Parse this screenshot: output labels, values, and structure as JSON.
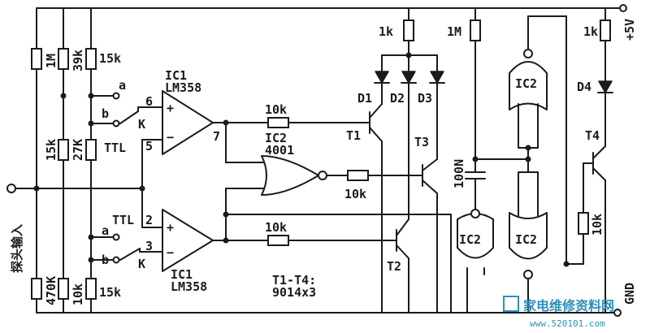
{
  "labels": {
    "r_1m": "1M",
    "r_39k": "39k",
    "r_15k_top": "15k",
    "r_15k_mid": "15k",
    "r_27k": "27K",
    "r_470k": "470K",
    "r_10k_bot": "10k",
    "r_15k_bot": "15k",
    "pin_a_top": "a",
    "pin_b_top": "b",
    "k_top": "K",
    "ttl_top": "TTL",
    "pin_a_bot": "a",
    "pin_b_bot": "b",
    "k_bot": "K",
    "ttl_bot": "TTL",
    "ic1_top_name": "IC1",
    "ic1_top_part": "LM358",
    "ic1_bot_name": "IC1",
    "ic1_bot_part": "LM358",
    "pin6": "6",
    "pin5": "5",
    "pin7": "7",
    "pin2": "2",
    "pin3": "3",
    "plus_top": "+",
    "minus_top": "−",
    "plus_bot": "+",
    "minus_bot": "−",
    "probe_input": "探头输入",
    "r_10k_t1": "10k",
    "r_10k_t3": "10k",
    "r_10k_t2": "10k",
    "ic2_nor_name": "IC2",
    "ic2_nor_part": "4001",
    "t1": "T1",
    "t2": "T2",
    "t3": "T3",
    "t4": "T4",
    "d1": "D1",
    "d2": "D2",
    "d3": "D3",
    "d4": "D4",
    "r_1k_a": "1k",
    "r_1m_b": "1M",
    "r_1k_c": "1k",
    "r_10k_t4": "10k",
    "cap_100n": "100N",
    "ic2_gate_a": "IC2",
    "ic2_gate_b": "IC2",
    "ic2_gate_c": "IC2",
    "transistor_note_1": "T1-T4:",
    "transistor_note_2": "9014x3",
    "supply": "+5V",
    "gnd": "GND",
    "wm_main": "家电维修资料网",
    "wm_url": "www.520101.com"
  }
}
